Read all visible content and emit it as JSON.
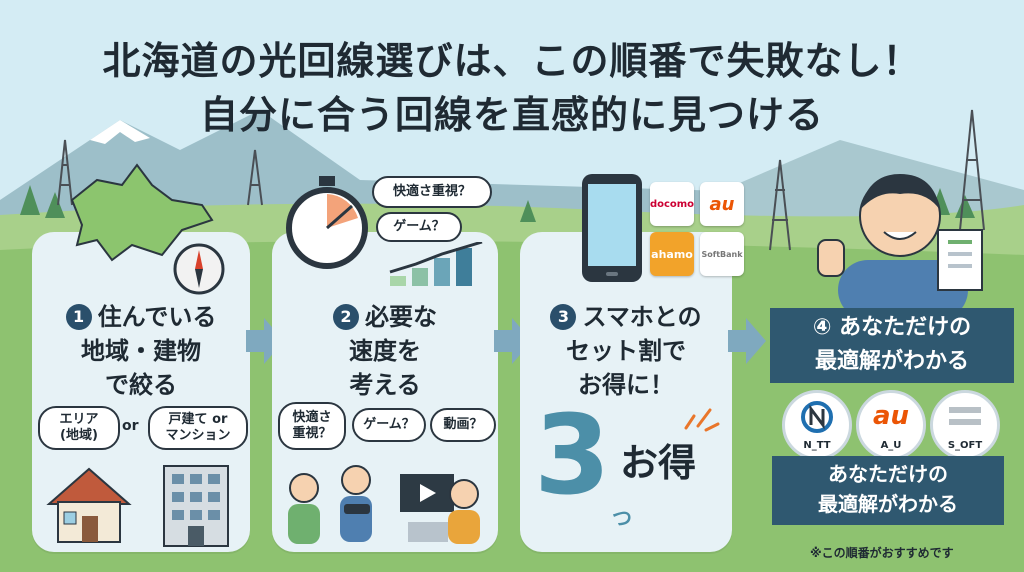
{
  "title_line1": "北海道の光回線選びは、この順番で失敗なし！",
  "title_line2": "自分に合う回線を直感的に見つける",
  "step1": {
    "num": "1",
    "label_l1": "住んでいる",
    "label_l2": "地域・建物",
    "label_l3": "で絞る",
    "bubble_area": "エリア\n(地域)",
    "or": "or",
    "bubble_building": "戸建て or\nマンション"
  },
  "step2": {
    "num": "2",
    "label_l1": "必要な",
    "label_l2": "速度を",
    "label_l3": "考える",
    "top_bubble1": "快適さ重視？",
    "top_bubble2": "ゲーム？",
    "bubble1": "快適さ\n重視？",
    "bubble2": "ゲーム？",
    "bubble3": "動画？"
  },
  "step3": {
    "num": "3",
    "label_l1": "スマホとの",
    "label_l2": "セット割で",
    "label_l3": "お得に！",
    "big_number": "3",
    "small_tsu": "つ",
    "otoku": "お得",
    "logos": [
      "docomo",
      "au",
      "ahamo",
      "SoftBank"
    ]
  },
  "step4": {
    "label_l1": "④ あなただけの",
    "label_l2": "最適解がわかる",
    "badges": [
      "N_TT",
      "A_U",
      "S_OFT"
    ],
    "bottom_l1": "あなただけの",
    "bottom_l2": "最適解がわかる"
  },
  "footnote": "※この順番がおすすめです",
  "colors": {
    "banner": "#2f5870",
    "card": "#e7f2f6",
    "arrow": "#7fa9bf",
    "accent_orange": "#e9762b",
    "docomo_red": "#cc0033",
    "au_orange": "#eb5505"
  }
}
